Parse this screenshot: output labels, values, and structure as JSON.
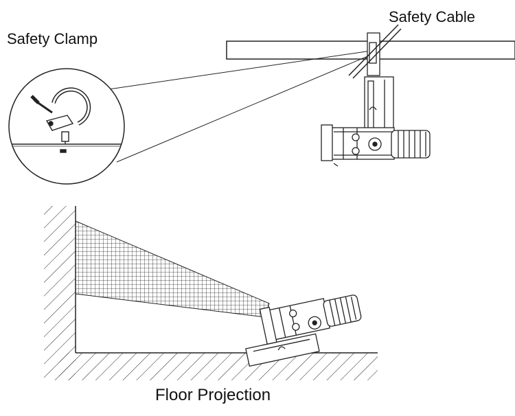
{
  "labels": {
    "safety_cable": "Safety Cable",
    "safety_clamp": "Safety Clamp",
    "floor_projection": "Floor Projection"
  },
  "colors": {
    "line": "#222222",
    "background": "#ffffff"
  }
}
